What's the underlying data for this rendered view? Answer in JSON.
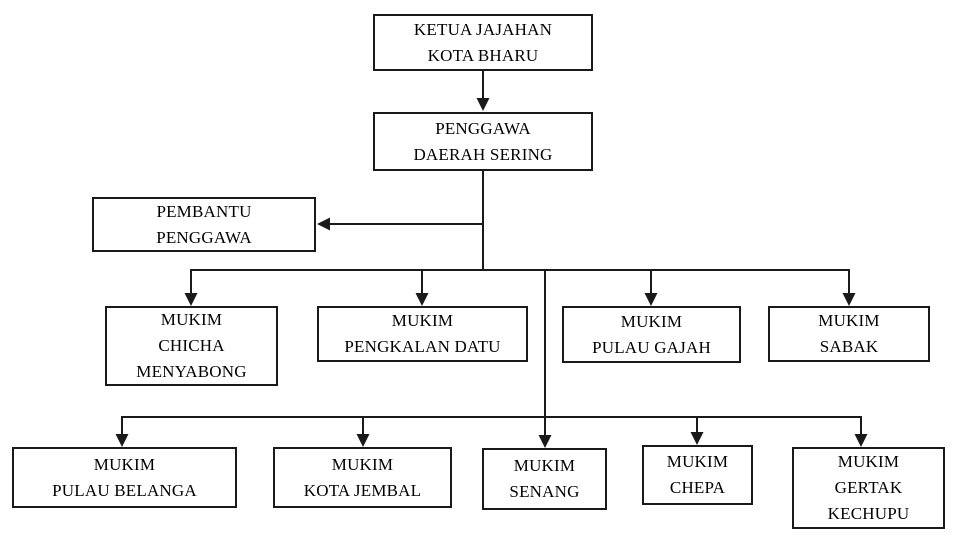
{
  "diagram": {
    "type": "org-chart",
    "colors": {
      "line": "#1a1a1a",
      "box_border": "#1a1a1a",
      "box_fill": "#ffffff",
      "text": "#000000",
      "background": "#ffffff"
    },
    "nodes": {
      "ketua_jajahan": {
        "lines": [
          "KETUA JAJAHAN",
          "KOTA BHARU"
        ]
      },
      "penggawa": {
        "lines": [
          "PENGGAWA",
          "DAERAH SERING"
        ]
      },
      "pembantu": {
        "lines": [
          "PEMBANTU",
          "PENGGAWA"
        ]
      },
      "mukim_chicha_menyabong": {
        "lines": [
          "MUKIM",
          "CHICHA",
          "MENYABONG"
        ]
      },
      "mukim_pengkalan_datu": {
        "lines": [
          "MUKIM",
          "PENGKALAN DATU"
        ]
      },
      "mukim_pulau_gajah": {
        "lines": [
          "MUKIM",
          "PULAU GAJAH"
        ]
      },
      "mukim_sabak": {
        "lines": [
          "MUKIM",
          "SABAK"
        ]
      },
      "mukim_pulau_belanga": {
        "lines": [
          "MUKIM",
          "PULAU BELANGA"
        ]
      },
      "mukim_kota_jembal": {
        "lines": [
          "MUKIM",
          "KOTA JEMBAL"
        ]
      },
      "mukim_senang": {
        "lines": [
          "MUKIM",
          "SENANG"
        ]
      },
      "mukim_chepa": {
        "lines": [
          "MUKIM",
          "CHEPA"
        ]
      },
      "mukim_gertak_kechupu": {
        "lines": [
          "MUKIM",
          "GERTAK",
          "KECHUPU"
        ]
      }
    },
    "edges": [
      {
        "from": "ketua_jajahan",
        "to": "penggawa",
        "style": "arrow-down"
      },
      {
        "from": "penggawa",
        "to": "pembantu",
        "style": "arrow-left"
      },
      {
        "from": "penggawa",
        "to": "mukim_chicha_menyabong",
        "style": "arrow-down"
      },
      {
        "from": "penggawa",
        "to": "mukim_pengkalan_datu",
        "style": "arrow-down"
      },
      {
        "from": "penggawa",
        "to": "mukim_pulau_gajah",
        "style": "arrow-down"
      },
      {
        "from": "penggawa",
        "to": "mukim_sabak",
        "style": "arrow-down"
      },
      {
        "from": "penggawa",
        "to": "mukim_pulau_belanga",
        "style": "arrow-down"
      },
      {
        "from": "penggawa",
        "to": "mukim_kota_jembal",
        "style": "arrow-down"
      },
      {
        "from": "penggawa",
        "to": "mukim_senang",
        "style": "arrow-down"
      },
      {
        "from": "penggawa",
        "to": "mukim_chepa",
        "style": "arrow-down"
      },
      {
        "from": "penggawa",
        "to": "mukim_gertak_kechupu",
        "style": "arrow-down"
      }
    ]
  }
}
